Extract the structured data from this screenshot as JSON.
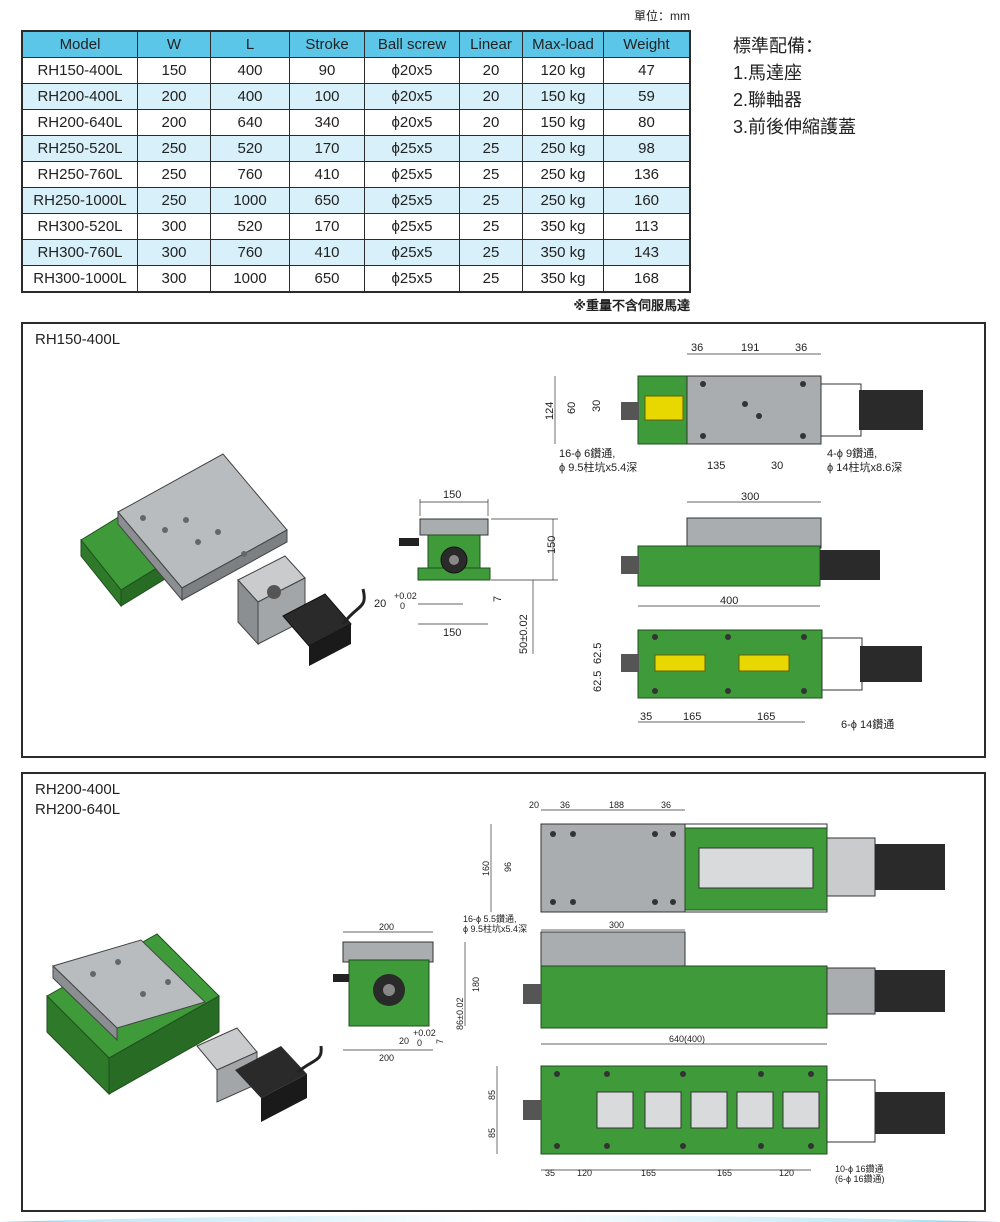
{
  "unit_note": "單位：mm",
  "table": {
    "headers": [
      "Model",
      "W",
      "L",
      "Stroke",
      "Ball screw",
      "Linear",
      "Max-load",
      "Weight"
    ],
    "rows": [
      [
        "RH150-400L",
        "150",
        "400",
        "90",
        "ϕ20x5",
        "20",
        "120 kg",
        "47"
      ],
      [
        "RH200-400L",
        "200",
        "400",
        "100",
        "ϕ20x5",
        "20",
        "150 kg",
        "59"
      ],
      [
        "RH200-640L",
        "200",
        "640",
        "340",
        "ϕ20x5",
        "20",
        "150 kg",
        "80"
      ],
      [
        "RH250-520L",
        "250",
        "520",
        "170",
        "ϕ25x5",
        "25",
        "250 kg",
        "98"
      ],
      [
        "RH250-760L",
        "250",
        "760",
        "410",
        "ϕ25x5",
        "25",
        "250 kg",
        "136"
      ],
      [
        "RH250-1000L",
        "250",
        "1000",
        "650",
        "ϕ25x5",
        "25",
        "250 kg",
        "160"
      ],
      [
        "RH300-520L",
        "300",
        "520",
        "170",
        "ϕ25x5",
        "25",
        "350 kg",
        "113"
      ],
      [
        "RH300-760L",
        "300",
        "760",
        "410",
        "ϕ25x5",
        "25",
        "350 kg",
        "143"
      ],
      [
        "RH300-1000L",
        "300",
        "1000",
        "650",
        "ϕ25x5",
        "25",
        "350 kg",
        "168"
      ]
    ]
  },
  "weight_note": "※重量不含伺服馬達",
  "standard": {
    "title": "標準配備：",
    "items": [
      "1.馬達座",
      "2.聯軸器",
      "3.前後伸縮護蓋"
    ]
  },
  "panel1": {
    "title": "RH150-400L",
    "dims": {
      "top_36a": "36",
      "top_191": "191",
      "top_36b": "36",
      "h124": "124",
      "h60": "60",
      "h30": "30",
      "hole16a": "16-ϕ 6鑽通,",
      "hole16b": "ϕ 9.5柱坑x5.4深",
      "d135": "135",
      "d30": "30",
      "hole4a": "4-ϕ 9鑽通,",
      "hole4b": "ϕ 14柱坑x8.6深",
      "w150top": "150",
      "h150": "150",
      "d20": "20",
      "tol_up": "+0.02",
      "tol_low": "0",
      "d7": "7",
      "w150bot": "150",
      "h50": "50±0.02",
      "d300": "300",
      "d400": "400",
      "d62a": "62.5",
      "d62b": "62.5",
      "b35": "35",
      "b165a": "165",
      "b165b": "165",
      "hole6": "6-ϕ 14鑽通"
    }
  },
  "panel2": {
    "title_a": "RH200-400L",
    "title_b": "RH200-640L",
    "dims": {
      "t20": "20",
      "t36a": "36",
      "t188": "188",
      "t36b": "36",
      "h160": "160",
      "h96": "96",
      "hole16a": "16-ϕ 5.5鑽通,",
      "hole16b": "ϕ 9.5柱坑x5.4深",
      "w200top": "200",
      "d300": "300",
      "h180": "180",
      "h86": "86±0.02",
      "d20": "20",
      "tol_up": "+0.02",
      "tol_low": "0",
      "d7": "7",
      "w200bot": "200",
      "d640": "640(400)",
      "h85a": "85",
      "h85b": "85",
      "b35": "35",
      "b120a": "120",
      "b165a": "165",
      "b165b": "165",
      "b120b": "120",
      "hole10a": "10-ϕ 16鑽通",
      "hole10b": "(6-ϕ 16鑽通)"
    }
  },
  "colors": {
    "header_blue": "#5cc6e8",
    "row_tint": "#d7f0fa",
    "green": "#3f9a3a",
    "gray": "#a9adb0",
    "yellow": "#e8d800"
  }
}
